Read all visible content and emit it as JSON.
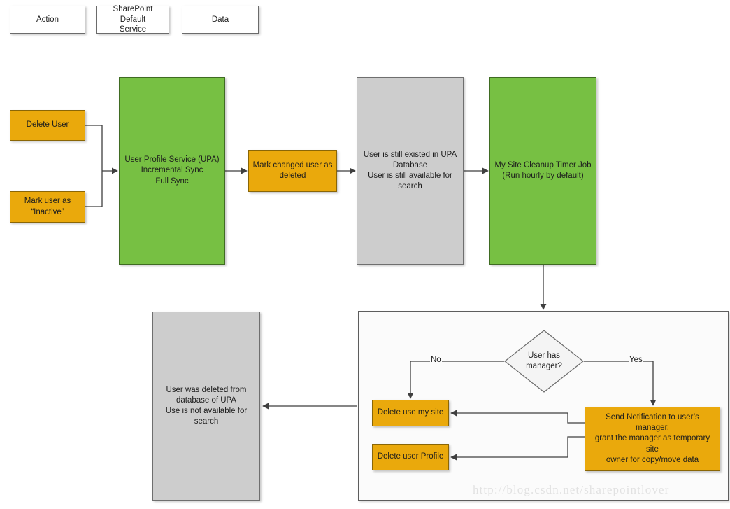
{
  "diagram": {
    "title": "SharePoint user deletion / My Site cleanup flow",
    "colors": {
      "action": "#eaa90c",
      "service": "#77c043",
      "data": "#cdcdcd",
      "connector": "#3f3f3f",
      "frame": "#5d5d5d"
    }
  },
  "legend": [
    {
      "label": "Action",
      "type": "action"
    },
    {
      "label": "SharePoint Default\nService",
      "type": "service"
    },
    {
      "label": "Data",
      "type": "data"
    }
  ],
  "nodes": {
    "delete_user": "Delete User",
    "mark_inactive": "Mark user as\n“Inactive”",
    "upa_sync": "User Profile Service (UPA)\nIncremental Sync\nFull Sync",
    "mark_changed_deleted": "Mark changed user as\ndeleted",
    "user_still_exists": "User is still existed in UPA\nDatabase\nUser is still available for\nsearch",
    "cleanup_timer_job": "My Site Cleanup Timer Job\n(Run hourly by default)",
    "decision_has_manager": "User has\nmanager?",
    "delete_my_site": "Delete use my site",
    "delete_user_profile": "Delete user Profile",
    "send_notification": "Send Notification to user’s manager,\ngrant the manager as temporary site\nowner for copy/move data",
    "user_deleted": "User was deleted from\ndatabase of UPA\nUse is not available for\nsearch"
  },
  "edge_labels": {
    "no": "No",
    "yes": "Yes"
  },
  "watermark": "http://blog.csdn.net/sharepointlover"
}
